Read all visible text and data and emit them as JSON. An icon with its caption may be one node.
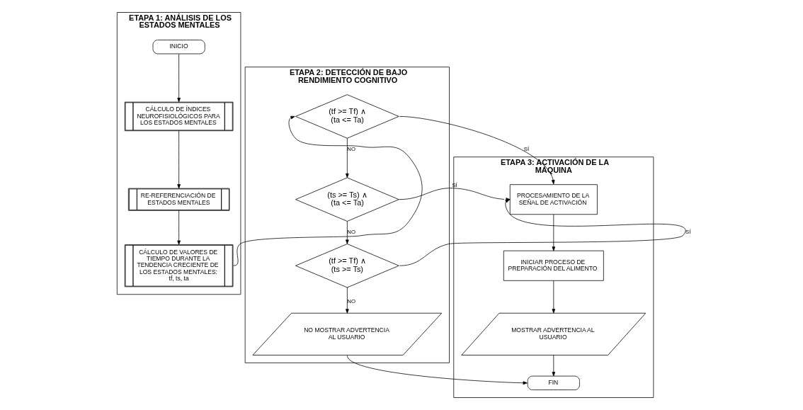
{
  "diagram": {
    "nodes": [
      {
        "text": [
          "ETAPA 1: ANÁLISIS DE LOS ESTADOS MENTALES"
        ]
      },
      {
        "text": [
          "INICIO"
        ],
        "in": 0
      },
      {
        "text": [
          "CÁLCULO DE ÍNDICES NEUROFISIOLÓGICOS PARA LOS ESTADOS MENTALES"
        ],
        "in": 0
      },
      {
        "text": [
          "RE-REFERENCIACIÓN DE ESTADOS MENTALES"
        ],
        "in": 0
      },
      {
        "text": [
          "CÁLCULO DE VALORES DE TIEMPO DURANTE LA TENDENCIA CRECIENTE DE LOS ESTADOS MENTALES: tf, ts, ta"
        ],
        "in": 0
      },
      {
        "text": [
          "ETAPA 2: DETECCIÓN DE BAJO RENDIMIENTO COGNITIVO"
        ]
      },
      {
        "text": [
          "(tf >= Tf) ∧ (ta <= Ta)"
        ],
        "in": 5
      },
      {
        "text": [
          "(ts >= Ts) ∧ (ta <= Ta)"
        ],
        "in": 5
      },
      {
        "text": [
          "(tf >= Tf) ∧ (ts >= Ts)"
        ],
        "in": 5
      },
      {
        "text": [
          "NO MOSTRAR ADVERTENCIA AL USUARIO"
        ],
        "in": 5
      },
      {
        "text": [
          "ETAPA 3: ACTIVACIÓN DE LA MÁQUINA"
        ]
      },
      {
        "text": [
          "PROCESAMIENTO DE LA SEÑAL DE ACTIVACIÓN"
        ],
        "in": 10
      },
      {
        "text": [
          "INICIAR PROCESO DE PREPARACIÓN DEL ALIMENTO"
        ],
        "in": 10
      },
      {
        "text": [
          "MOSTRAR ADVERTENCIA AL USUARIO"
        ],
        "in": 10
      },
      {
        "text": [
          "FIN"
        ],
        "in": 10
      }
    ],
    "edges": [
      {
        "from": 1,
        "to": 2,
        "arrow": "to"
      },
      {
        "from": 2,
        "to": 3,
        "arrow": "to"
      },
      {
        "from": 3,
        "to": 4,
        "arrow": "to"
      },
      {
        "from": 4,
        "to": 6,
        "arrow": "to"
      },
      {
        "from": 6,
        "to": 11,
        "arrow": "to",
        "label": "SÍ"
      },
      {
        "from": 6,
        "to": 7,
        "arrow": "to",
        "label": "NO"
      },
      {
        "from": 7,
        "to": 11,
        "arrow": "to",
        "label": "SÍ"
      },
      {
        "from": 7,
        "to": 8,
        "arrow": "to",
        "label": "NO"
      },
      {
        "from": 8,
        "to": 11,
        "arrow": "to",
        "label": "SÍ"
      },
      {
        "from": 8,
        "to": 9,
        "arrow": "to",
        "label": "NO"
      },
      {
        "from": 11,
        "to": 12,
        "arrow": "to"
      },
      {
        "from": 12,
        "to": 13,
        "arrow": "to"
      },
      {
        "from": 13,
        "to": 14,
        "arrow": "to"
      },
      {
        "from": 9,
        "to": 14,
        "arrow": "to"
      }
    ]
  }
}
